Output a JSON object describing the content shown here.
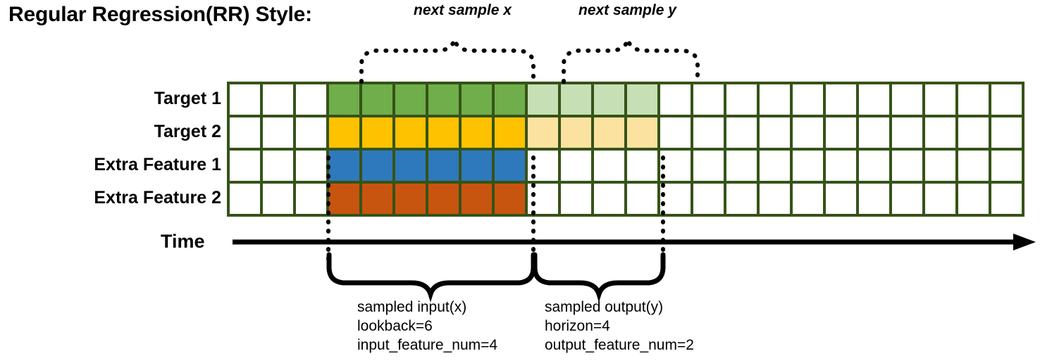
{
  "title": "Regular Regression(RR) Style:",
  "rows": [
    {
      "label": "Target 1",
      "key": "target-1"
    },
    {
      "label": "Target 2",
      "key": "target-2"
    },
    {
      "label": "Extra Feature 1",
      "key": "extra-feature-1"
    },
    {
      "label": "Extra Feature 2",
      "key": "extra-feature-2"
    }
  ],
  "grid": {
    "columns": 24,
    "leading_blank": 3,
    "input_span": 6,
    "output_span": 4,
    "trailing_blank": 11,
    "row_fills": [
      {
        "solid": "#6FAE4B",
        "faded": "#C6DFB4"
      },
      {
        "solid": "#FFC200",
        "faded": "#FBE2A0"
      },
      {
        "solid": "#2E79BC",
        "faded": "#FFFFFF"
      },
      {
        "solid": "#C8550F",
        "faded": "#FFFFFF"
      }
    ]
  },
  "colors": {
    "grid_border": "#365318",
    "blank_cell": "#FFFFFF",
    "target1": "#6FAE4B",
    "target1_light": "#C6DFB4",
    "target2": "#FFC200",
    "target2_light": "#FBE2A0",
    "extra1": "#2E79BC",
    "extra2": "#C8550F",
    "line": "#000000"
  },
  "time_axis": {
    "label": "Time"
  },
  "top_annotations": [
    {
      "key": "next-sample-x",
      "text": "next sample x"
    },
    {
      "key": "next-sample-y",
      "text": "next sample y"
    }
  ],
  "bottom_annotations": [
    {
      "key": "sampled-input",
      "line1": "sampled input(x)",
      "line2": "lookback=6",
      "line3": "input_feature_num=4"
    },
    {
      "key": "sampled-output",
      "line1": "sampled output(y)",
      "line2": "horizon=4",
      "line3": "output_feature_num=2"
    }
  ]
}
